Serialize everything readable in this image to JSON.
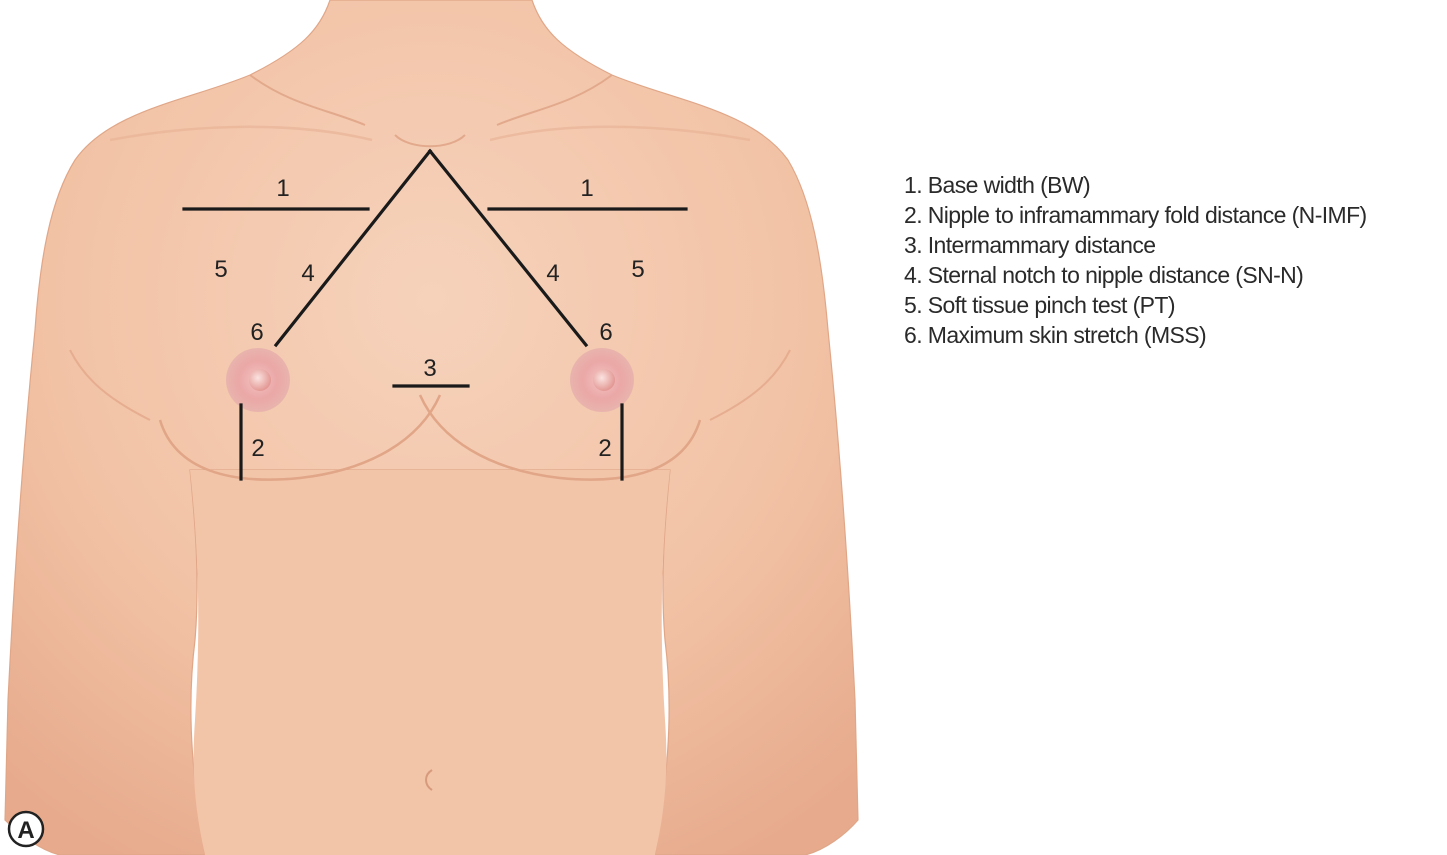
{
  "panel_label": "A",
  "labels": {
    "base_width_left": "1",
    "base_width_right": "1",
    "n_imf_left": "2",
    "n_imf_right": "2",
    "intermammary": "3",
    "sn_n_left": "4",
    "sn_n_right": "4",
    "pinch_left": "5",
    "pinch_right": "5",
    "mss_left": "6",
    "mss_right": "6"
  },
  "legend": [
    "1. Base width (BW)",
    "2. Nipple to inframammary fold distance (N-IMF)",
    "3. Intermammary distance",
    "4. Sternal notch to nipple distance (SN-N)",
    "5. Soft tissue pinch test (PT)",
    "6. Maximum skin stretch (MSS)"
  ],
  "colors": {
    "skin": "#f3c3a6",
    "skin_shadow": "#e6a98a",
    "areola": "#e9a4a1",
    "lines": "#1a1a1a"
  }
}
